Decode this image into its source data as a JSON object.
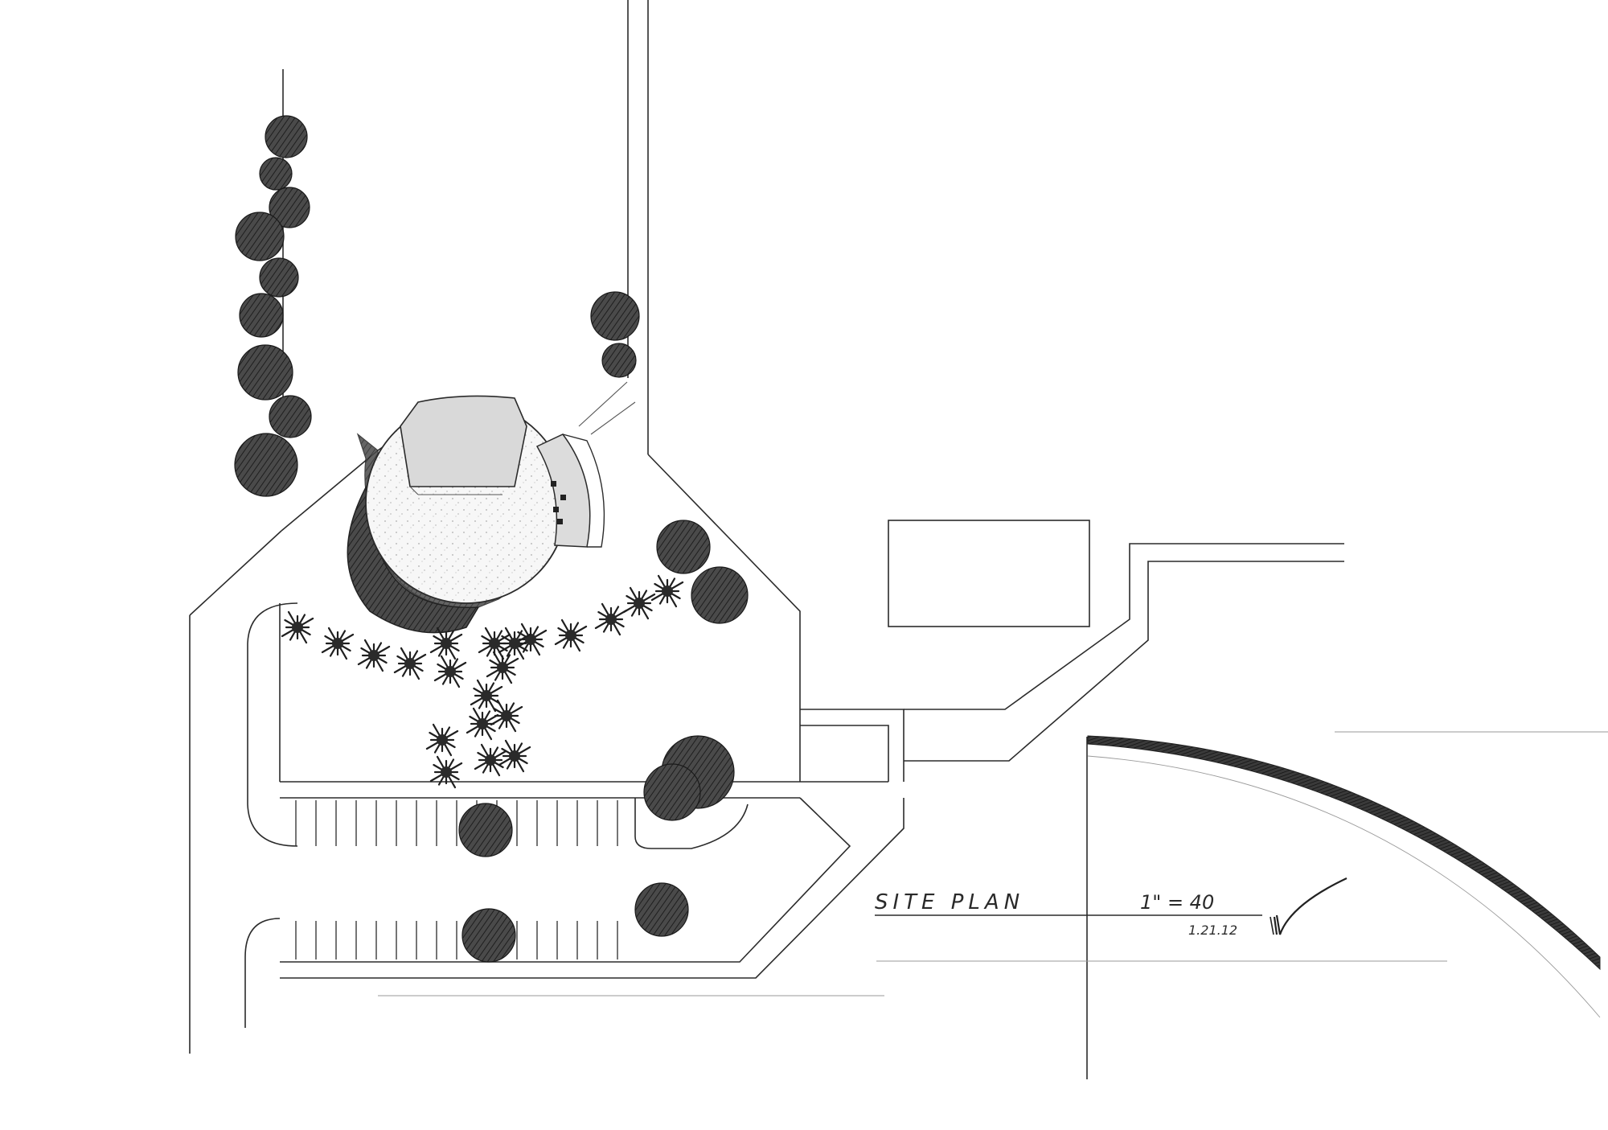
{
  "drawing": {
    "title": "SITE PLAN",
    "scale": "1\" = 40",
    "date": "1.21.12"
  },
  "colors": {
    "paper": "#ffffff",
    "ink": "#2b2b2b",
    "tree_fill": "#3a3a3a",
    "building_shade": "#d9d9d9",
    "building_dark": "#2e2e2e"
  },
  "icons": {
    "north_arrow": "north-arrow-icon"
  }
}
